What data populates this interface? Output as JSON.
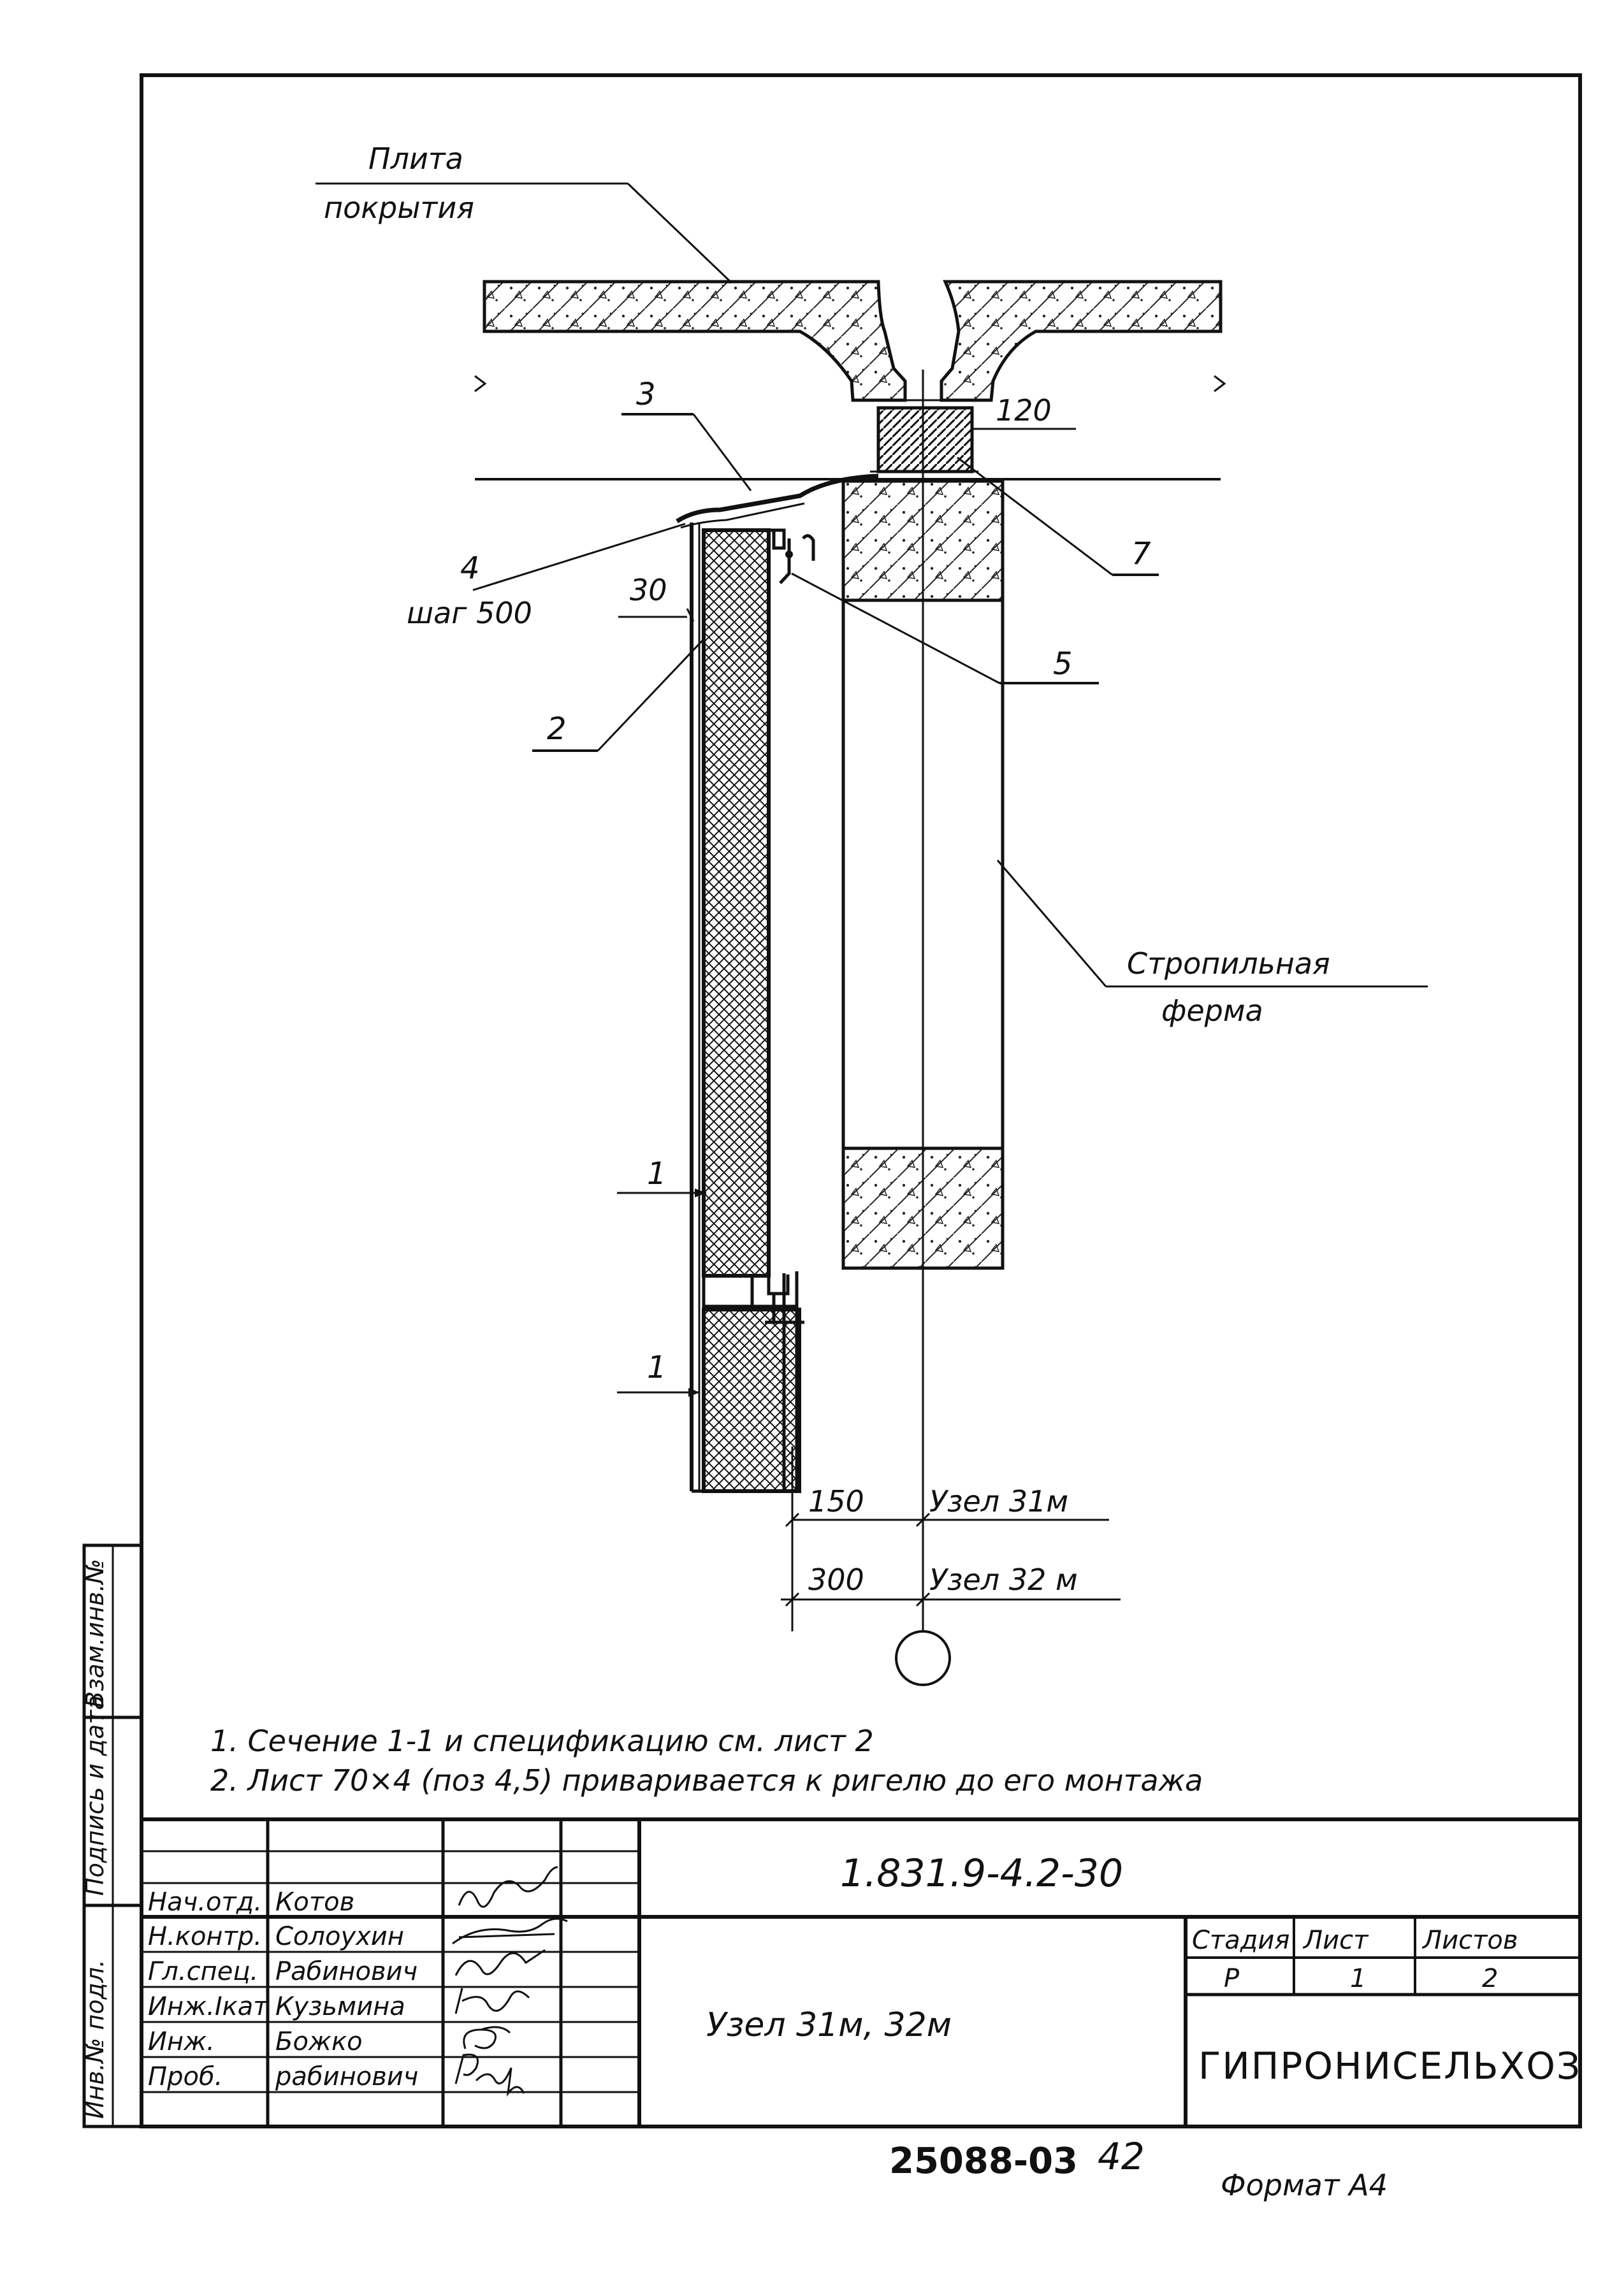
{
  "labels": {
    "slab_line1": "Плита",
    "slab_line2": "покрытия",
    "truss_line1": "Стропильная",
    "truss_line2": "ферма",
    "pos1a": "1",
    "pos1b": "1",
    "pos2": "2",
    "pos3": "3",
    "pos4": "4",
    "pos4_step": "шаг 500",
    "pos5": "5",
    "pos7": "7",
    "dim_30": "30",
    "dim_120": "120",
    "dim_150": "150",
    "dim_300": "300",
    "node_31": "Узел 31м",
    "node_32": "Узел 32 м"
  },
  "notes": [
    "1. Сечение 1-1 и спецификацию см. лист 2",
    "2. Лист 70×4 (поз 4,5) приваривается к ригелю до его монтажа"
  ],
  "side_stamp": {
    "field1": "Взам.инв.№",
    "field2": "Подпись и дата",
    "field3": "Инв.№ подл."
  },
  "title_block": {
    "doc_code": "1.831.9-4.2-30",
    "title": "Узел 31м, 32м",
    "stage_header": "Стадия",
    "sheet_header": "Лист",
    "sheets_header": "Листов",
    "stage": "Р",
    "sheet": "1",
    "sheets": "2",
    "organization": "ГИПРОНИСЕЛЬХОЗ",
    "roles": [
      {
        "role": "Нач.отд.",
        "name": "Котов"
      },
      {
        "role": "Н.контр.",
        "name": "Солоухин"
      },
      {
        "role": "Гл.спец.",
        "name": "Рабинович"
      },
      {
        "role": "Инж.Iкат",
        "name": "Кузьмина"
      },
      {
        "role": "Инж.",
        "name": "Божко"
      },
      {
        "role": "Проб.",
        "name": "рабинович"
      }
    ]
  },
  "footer": {
    "archive_number": "25088-03",
    "page_number": "42",
    "format": "Формат А4"
  }
}
